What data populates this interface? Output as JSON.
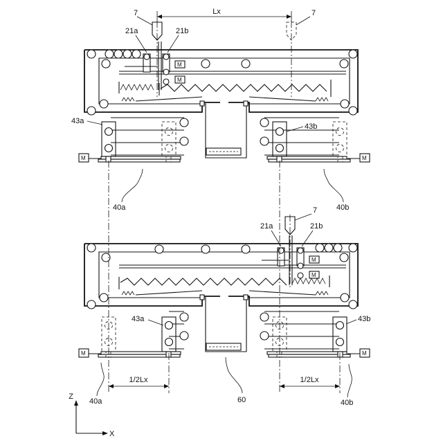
{
  "labels": {
    "nozzle": "7",
    "lx": "Lx",
    "ref_21a": "21a",
    "ref_21b": "21b",
    "ref_43a": "43a",
    "ref_43b": "43b",
    "ref_40a": "40a",
    "ref_40b": "40b",
    "ref_60": "60",
    "half_lx": "1/2Lx",
    "motor": "M",
    "axis_z": "Z",
    "axis_x": "X"
  }
}
